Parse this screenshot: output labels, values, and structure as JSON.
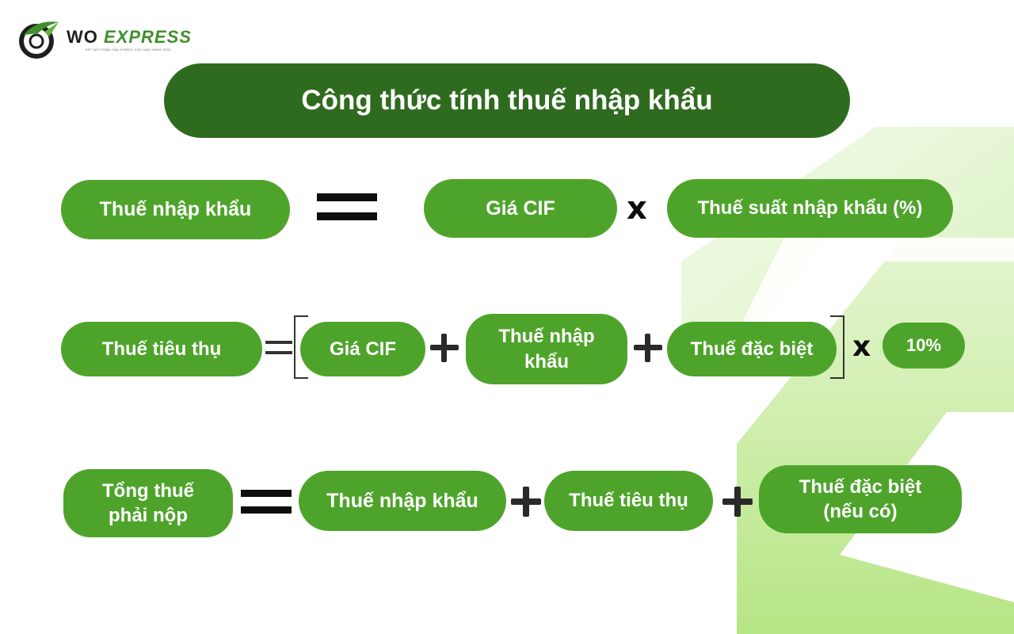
{
  "brand": {
    "name_part1": "WO",
    "name_part2": "EXPRESS",
    "tagline": "KẾT NỐI TOÀN CẦU KHÔNG GIỚI HẠN HÀNG HOÁ",
    "colors": {
      "dark_green": "#2f6b1f",
      "green": "#4ea42b",
      "light_green": "#b9e68a"
    }
  },
  "title": "Công thức tính thuế nhập khẩu",
  "formula1": {
    "result": "Thuế nhập khẩu",
    "operator_equals": "equals-sign",
    "term1": "Giá CIF",
    "operator_times": "x",
    "term2": "Thuế suất nhập khẩu (%)"
  },
  "formula2": {
    "result": "Thuế tiêu thụ",
    "operator_equals": "equals-sign",
    "term1": "Giá CIF",
    "term2_line1": "Thuế nhập",
    "term2_line2": "khẩu",
    "term3": "Thuế đặc biệt",
    "operator_times": "x",
    "rate": "10%"
  },
  "formula3": {
    "result_line1": "Tổng thuế",
    "result_line2": "phải nộp",
    "operator_equals": "equals-sign",
    "term1": "Thuế nhập khẩu",
    "term2": "Thuế tiêu thụ",
    "term3_line1": "Thuế đặc biệt",
    "term3_line2": "(nếu có)"
  }
}
